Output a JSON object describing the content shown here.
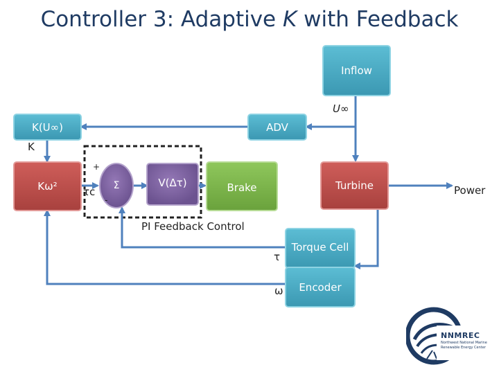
{
  "title": {
    "prefix": "Controller 3: Adaptive ",
    "italic": "K",
    "suffix": " with Feedback"
  },
  "blocks": {
    "inflow": "Inflow",
    "k_uinf": "K(U∞)",
    "adv": "ADV",
    "kw2": "Kω²",
    "sigma": "Σ",
    "v_dtau": "V(Δτ)",
    "brake": "Brake",
    "turbine": "Turbine",
    "torque_cell": "Torque Cell",
    "encoder": "Encoder"
  },
  "labels": {
    "u_inf": "U∞",
    "k": "K",
    "plus": "+",
    "minus": "-",
    "tau_c": "τc",
    "power": "Power",
    "pi_feedback": "PI Feedback Control",
    "tau": "τ",
    "omega": "ω"
  },
  "logo": {
    "name": "NNMREC",
    "subtitle": "Northwest National Marine Renewable Energy Center"
  },
  "colors": {
    "blue_box": "#4aacc6",
    "red_box": "#c0504d",
    "green_box": "#7fba4c",
    "purple_circle": "#8064a2",
    "arrow": "#4f81bd",
    "title": "#1f3b63"
  }
}
